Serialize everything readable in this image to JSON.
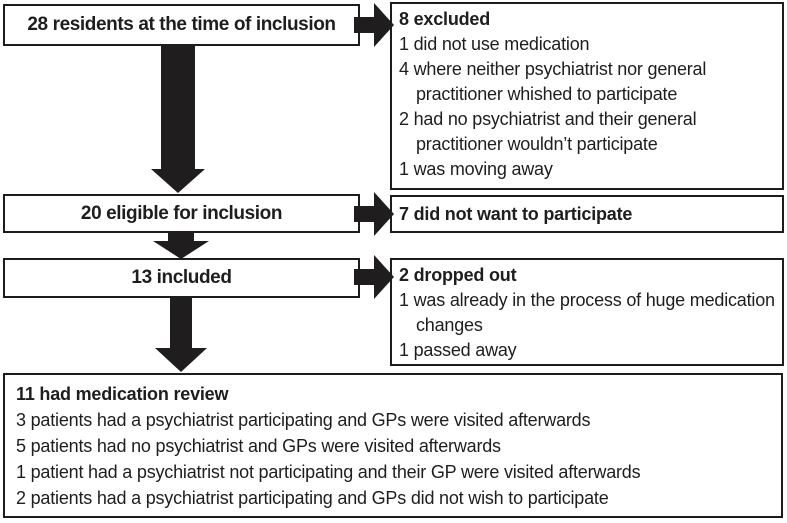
{
  "diagram": {
    "type": "flowchart",
    "description": "Participant inclusion flow diagram",
    "colors": {
      "box_border": "#1c1c1c",
      "text": "#1f1d1e",
      "arrow": "#1f1d1e",
      "box_background": "#ffffff",
      "page_background": "#ffffff"
    },
    "main_boxes": [
      {
        "id": "residents",
        "text": "28 residents at the time of inclusion"
      },
      {
        "id": "eligible",
        "text": "20 eligible for inclusion"
      },
      {
        "id": "included",
        "text": "13 included"
      }
    ],
    "side_boxes": [
      {
        "id": "excluded",
        "header": "8 excluded",
        "items": [
          "1 did not use medication",
          "4 where neither psychiatrist nor general practitioner whished to participate",
          "2 had no psychiatrist and their general practitioner wouldn’t participate",
          "1 was moving away"
        ]
      },
      {
        "id": "declined",
        "header": "7 did not want to participate",
        "items": []
      },
      {
        "id": "dropped_out",
        "header": "2 dropped out",
        "items": [
          "1 was already in the process of huge medication changes",
          "1 passed away"
        ]
      }
    ],
    "final_box": {
      "header": "11 had medication review",
      "items": [
        "3 patients had a psychiatrist participating and GPs were visited afterwards",
        "5 patients had no psychiatrist and GPs were visited afterwards",
        "1 patient had a psychiatrist not participating and their GP were visited afterwards",
        "2 patients had a psychiatrist participating and GPs did not wish to participate"
      ]
    },
    "flow": [
      "residents -> excluded",
      "residents -> eligible",
      "eligible -> declined",
      "eligible -> included",
      "included -> dropped_out",
      "included -> review"
    ]
  }
}
